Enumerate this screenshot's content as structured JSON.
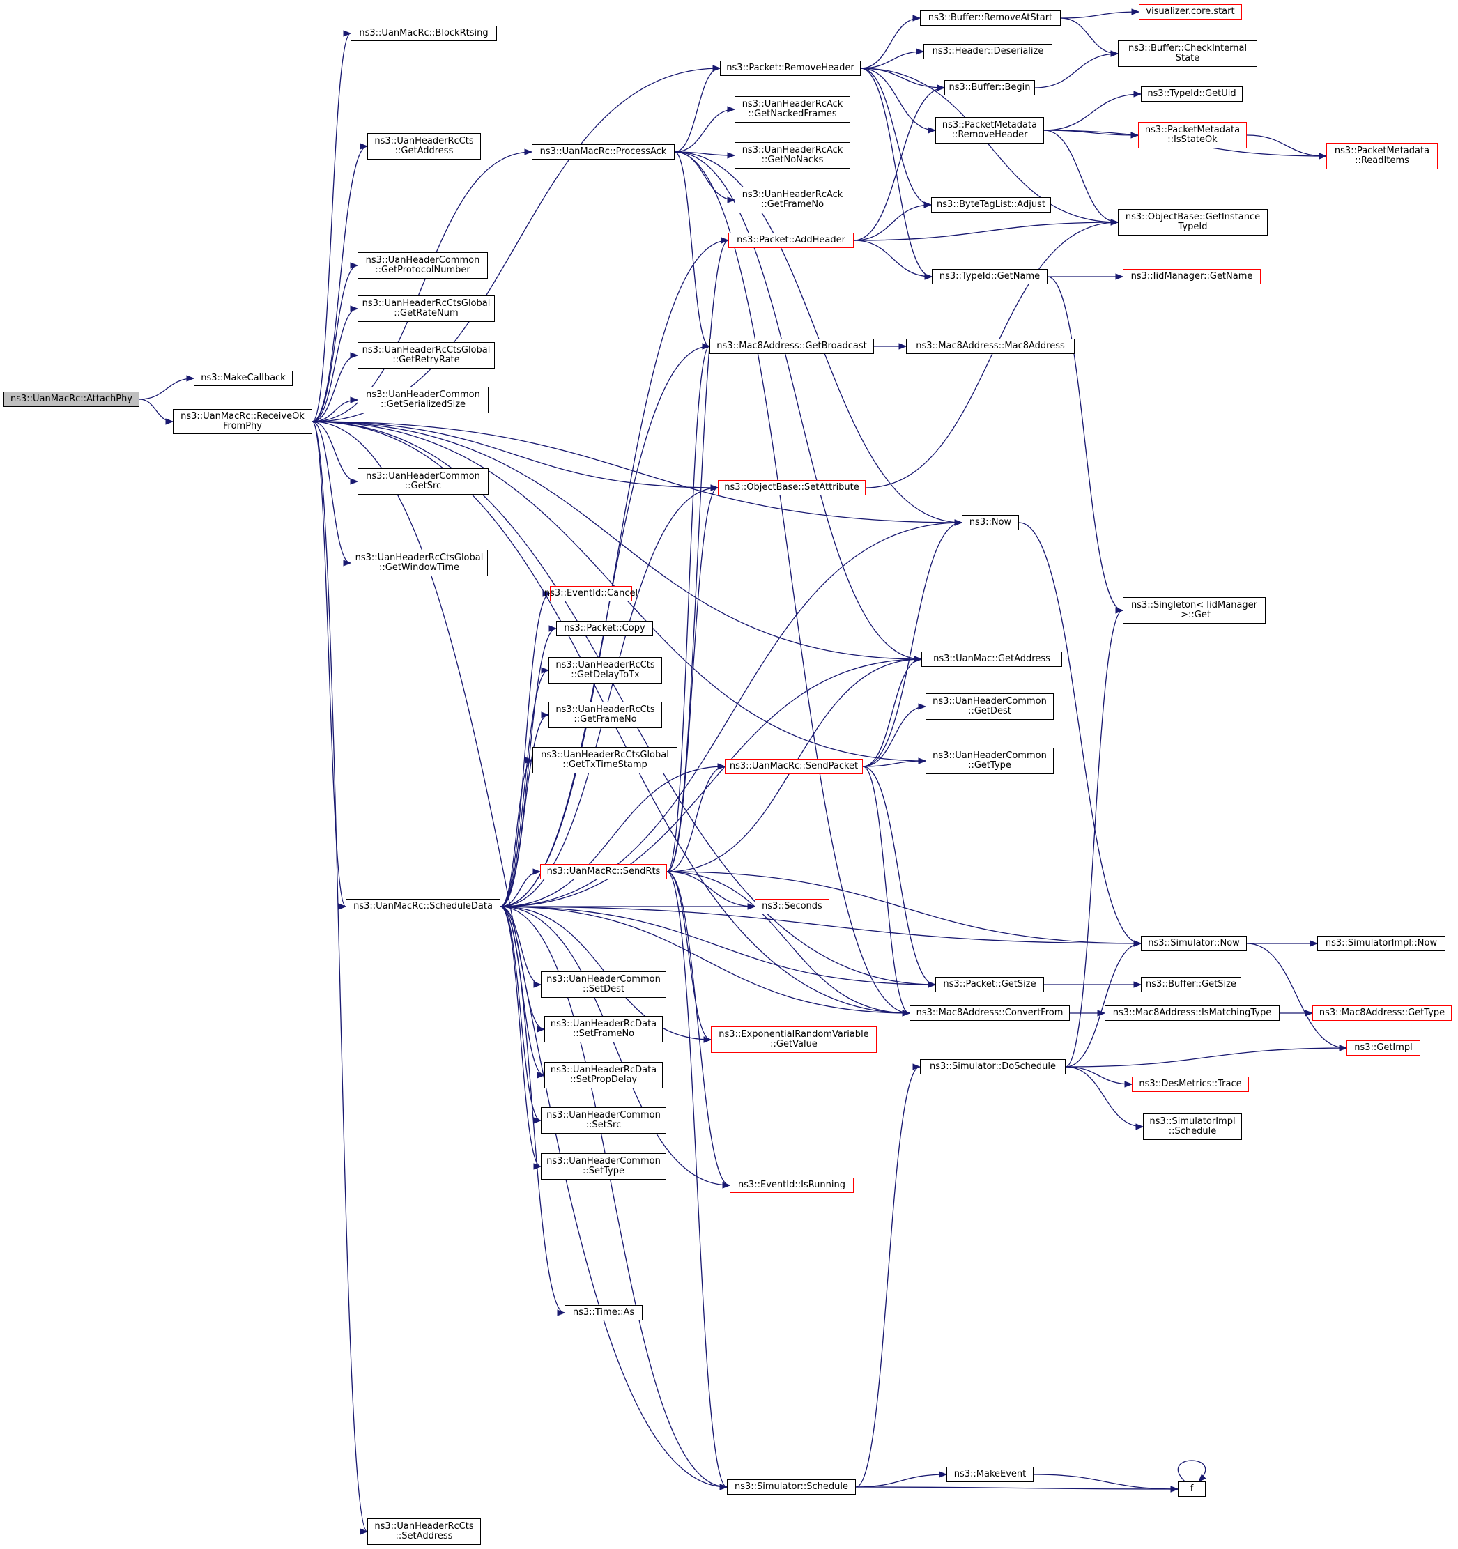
{
  "diagram": {
    "title": "",
    "nodes": [
      {
        "id": "attachphy",
        "label": "ns3::UanMacRc::AttachPhy",
        "style": "root"
      },
      {
        "id": "makecallback",
        "label": "ns3::MakeCallback",
        "style": "normal"
      },
      {
        "id": "receiveok",
        "label": "ns3::UanMacRc::ReceiveOk\nFromPhy",
        "style": "normal"
      },
      {
        "id": "blockrtsing",
        "label": "ns3::UanMacRc::BlockRtsing",
        "style": "normal"
      },
      {
        "id": "rccts_getaddress",
        "label": "ns3::UanHeaderRcCts\n::GetAddress",
        "style": "normal"
      },
      {
        "id": "common_getprotocol",
        "label": "ns3::UanHeaderCommon\n::GetProtocolNumber",
        "style": "normal"
      },
      {
        "id": "global_getratenum",
        "label": "ns3::UanHeaderRcCtsGlobal\n::GetRateNum",
        "style": "normal"
      },
      {
        "id": "global_getretryrate",
        "label": "ns3::UanHeaderRcCtsGlobal\n::GetRetryRate",
        "style": "normal"
      },
      {
        "id": "common_getserialized",
        "label": "ns3::UanHeaderCommon\n::GetSerializedSize",
        "style": "normal"
      },
      {
        "id": "common_getsrc",
        "label": "ns3::UanHeaderCommon\n::GetSrc",
        "style": "normal"
      },
      {
        "id": "global_getwindowtime",
        "label": "ns3::UanHeaderRcCtsGlobal\n::GetWindowTime",
        "style": "normal"
      },
      {
        "id": "scheduledata",
        "label": "ns3::UanMacRc::ScheduleData",
        "style": "normal"
      },
      {
        "id": "rccts_setaddress",
        "label": "ns3::UanHeaderRcCts\n::SetAddress",
        "style": "normal"
      },
      {
        "id": "processack",
        "label": "ns3::UanMacRc::ProcessAck",
        "style": "normal"
      },
      {
        "id": "removeheader",
        "label": "ns3::Packet::RemoveHeader",
        "style": "normal"
      },
      {
        "id": "ack_getnacked",
        "label": "ns3::UanHeaderRcAck\n::GetNackedFrames",
        "style": "normal"
      },
      {
        "id": "ack_getnonacks",
        "label": "ns3::UanHeaderRcAck\n::GetNoNacks",
        "style": "normal"
      },
      {
        "id": "ack_getframeno",
        "label": "ns3::UanHeaderRcAck\n::GetFrameNo",
        "style": "normal"
      },
      {
        "id": "addheader",
        "label": "ns3::Packet::AddHeader",
        "style": "red"
      },
      {
        "id": "getbroadcast",
        "label": "ns3::Mac8Address::GetBroadcast",
        "style": "normal"
      },
      {
        "id": "mac8address",
        "label": "ns3::Mac8Address::Mac8Address",
        "style": "normal"
      },
      {
        "id": "setattribute",
        "label": "ns3::ObjectBase::SetAttribute",
        "style": "red"
      },
      {
        "id": "ns3now",
        "label": "ns3::Now",
        "style": "normal"
      },
      {
        "id": "eventcancel",
        "label": "ns3::EventId::Cancel",
        "style": "red"
      },
      {
        "id": "packetcopy",
        "label": "ns3::Packet::Copy",
        "style": "normal"
      },
      {
        "id": "rccts_getdelay",
        "label": "ns3::UanHeaderRcCts\n::GetDelayToTx",
        "style": "normal"
      },
      {
        "id": "rccts_getframeno",
        "label": "ns3::UanHeaderRcCts\n::GetFrameNo",
        "style": "normal"
      },
      {
        "id": "global_gettxtime",
        "label": "ns3::UanHeaderRcCtsGlobal\n::GetTxTimeStamp",
        "style": "normal"
      },
      {
        "id": "sendpacket",
        "label": "ns3::UanMacRc::SendPacket",
        "style": "red"
      },
      {
        "id": "sendrts",
        "label": "ns3::UanMacRc::SendRts",
        "style": "red"
      },
      {
        "id": "seconds",
        "label": "ns3::Seconds",
        "style": "red"
      },
      {
        "id": "common_setdest",
        "label": "ns3::UanHeaderCommon\n::SetDest",
        "style": "normal"
      },
      {
        "id": "rcdata_setframeno",
        "label": "ns3::UanHeaderRcData\n::SetFrameNo",
        "style": "normal"
      },
      {
        "id": "rcdata_setprop",
        "label": "ns3::UanHeaderRcData\n::SetPropDelay",
        "style": "normal"
      },
      {
        "id": "common_setsrc",
        "label": "ns3::UanHeaderCommon\n::SetSrc",
        "style": "normal"
      },
      {
        "id": "common_settype",
        "label": "ns3::UanHeaderCommon\n::SetType",
        "style": "normal"
      },
      {
        "id": "expgetvalue",
        "label": "ns3::ExponentialRandomVariable\n::GetValue",
        "style": "red"
      },
      {
        "id": "eventisrunning",
        "label": "ns3::EventId::IsRunning",
        "style": "red"
      },
      {
        "id": "timeas",
        "label": "ns3::Time::As",
        "style": "normal"
      },
      {
        "id": "simschedule",
        "label": "ns3::Simulator::Schedule",
        "style": "normal"
      },
      {
        "id": "removeatstart",
        "label": "ns3::Buffer::RemoveAtStart",
        "style": "normal"
      },
      {
        "id": "vizstart",
        "label": "visualizer.core.start",
        "style": "red"
      },
      {
        "id": "headerdeserialize",
        "label": "ns3::Header::Deserialize",
        "style": "normal"
      },
      {
        "id": "checkinternal",
        "label": "ns3::Buffer::CheckInternal\nState",
        "style": "normal"
      },
      {
        "id": "bufferbegin",
        "label": "ns3::Buffer::Begin",
        "style": "normal"
      },
      {
        "id": "pm_removeheader",
        "label": "ns3::PacketMetadata\n::RemoveHeader",
        "style": "normal"
      },
      {
        "id": "typeid_getuid",
        "label": "ns3::TypeId::GetUid",
        "style": "normal"
      },
      {
        "id": "pm_isstateok",
        "label": "ns3::PacketMetadata\n::IsStateOk",
        "style": "red"
      },
      {
        "id": "pm_readitems",
        "label": "ns3::PacketMetadata\n::ReadItems",
        "style": "red"
      },
      {
        "id": "bytetagadjust",
        "label": "ns3::ByteTagList::Adjust",
        "style": "normal"
      },
      {
        "id": "getinstancetypeid",
        "label": "ns3::ObjectBase::GetInstance\nTypeId",
        "style": "normal"
      },
      {
        "id": "typeid_getname",
        "label": "ns3::TypeId::GetName",
        "style": "normal"
      },
      {
        "id": "iidmgr_getname",
        "label": "ns3::IidManager::GetName",
        "style": "red"
      },
      {
        "id": "singletonget",
        "label": "ns3::Singleton< IidManager\n >::Get",
        "style": "normal"
      },
      {
        "id": "uanmac_getaddress",
        "label": "ns3::UanMac::GetAddress",
        "style": "normal"
      },
      {
        "id": "common_getdest",
        "label": "ns3::UanHeaderCommon\n::GetDest",
        "style": "normal"
      },
      {
        "id": "common_gettype",
        "label": "ns3::UanHeaderCommon\n::GetType",
        "style": "normal"
      },
      {
        "id": "simnow",
        "label": "ns3::Simulator::Now",
        "style": "normal"
      },
      {
        "id": "simimplnow",
        "label": "ns3::SimulatorImpl::Now",
        "style": "normal"
      },
      {
        "id": "packetgetsize",
        "label": "ns3::Packet::GetSize",
        "style": "normal"
      },
      {
        "id": "buffergetsize",
        "label": "ns3::Buffer::GetSize",
        "style": "normal"
      },
      {
        "id": "convertfrom",
        "label": "ns3::Mac8Address::ConvertFrom",
        "style": "normal"
      },
      {
        "id": "ismatchingtype",
        "label": "ns3::Mac8Address::IsMatchingType",
        "style": "normal"
      },
      {
        "id": "mac8gettype",
        "label": "ns3::Mac8Address::GetType",
        "style": "red"
      },
      {
        "id": "getimpl",
        "label": "ns3::GetImpl",
        "style": "red"
      },
      {
        "id": "doschedule",
        "label": "ns3::Simulator::DoSchedule",
        "style": "normal"
      },
      {
        "id": "desmetrics",
        "label": "ns3::DesMetrics::Trace",
        "style": "red"
      },
      {
        "id": "simimplschedule",
        "label": "ns3::SimulatorImpl\n::Schedule",
        "style": "normal"
      },
      {
        "id": "makeevent",
        "label": "ns3::MakeEvent",
        "style": "normal"
      },
      {
        "id": "f",
        "label": "f",
        "style": "normal"
      }
    ],
    "edges": [
      [
        "attachphy",
        "makecallback"
      ],
      [
        "attachphy",
        "receiveok"
      ],
      [
        "receiveok",
        "blockrtsing"
      ],
      [
        "receiveok",
        "rccts_getaddress"
      ],
      [
        "receiveok",
        "common_getprotocol"
      ],
      [
        "receiveok",
        "global_getratenum"
      ],
      [
        "receiveok",
        "global_getretryrate"
      ],
      [
        "receiveok",
        "common_getserialized"
      ],
      [
        "receiveok",
        "common_getsrc"
      ],
      [
        "receiveok",
        "global_getwindowtime"
      ],
      [
        "receiveok",
        "scheduledata"
      ],
      [
        "receiveok",
        "rccts_setaddress"
      ],
      [
        "receiveok",
        "processack"
      ],
      [
        "receiveok",
        "removeheader"
      ],
      [
        "receiveok",
        "setattribute"
      ],
      [
        "receiveok",
        "ns3now"
      ],
      [
        "receiveok",
        "uanmac_getaddress"
      ],
      [
        "receiveok",
        "common_gettype"
      ],
      [
        "receiveok",
        "convertfrom"
      ],
      [
        "receiveok",
        "packetgetsize"
      ],
      [
        "receiveok",
        "simschedule"
      ],
      [
        "processack",
        "removeheader"
      ],
      [
        "processack",
        "ack_getnacked"
      ],
      [
        "processack",
        "ack_getnonacks"
      ],
      [
        "processack",
        "ack_getframeno"
      ],
      [
        "processack",
        "getbroadcast"
      ],
      [
        "processack",
        "ns3now"
      ],
      [
        "processack",
        "uanmac_getaddress"
      ],
      [
        "processack",
        "convertfrom"
      ],
      [
        "removeheader",
        "removeatstart"
      ],
      [
        "removeheader",
        "headerdeserialize"
      ],
      [
        "removeheader",
        "bufferbegin"
      ],
      [
        "removeheader",
        "pm_removeheader"
      ],
      [
        "removeheader",
        "bytetagadjust"
      ],
      [
        "removeheader",
        "getinstancetypeid"
      ],
      [
        "removeheader",
        "typeid_getname"
      ],
      [
        "removeatstart",
        "vizstart"
      ],
      [
        "removeatstart",
        "checkinternal"
      ],
      [
        "bufferbegin",
        "checkinternal"
      ],
      [
        "pm_removeheader",
        "typeid_getuid"
      ],
      [
        "pm_removeheader",
        "pm_isstateok"
      ],
      [
        "pm_removeheader",
        "pm_readitems"
      ],
      [
        "pm_removeheader",
        "getinstancetypeid"
      ],
      [
        "pm_isstateok",
        "pm_readitems"
      ],
      [
        "addheader",
        "bufferbegin"
      ],
      [
        "addheader",
        "bytetagadjust"
      ],
      [
        "addheader",
        "getinstancetypeid"
      ],
      [
        "addheader",
        "typeid_getname"
      ],
      [
        "typeid_getname",
        "iidmgr_getname"
      ],
      [
        "typeid_getname",
        "singletonget"
      ],
      [
        "getbroadcast",
        "mac8address"
      ],
      [
        "setattribute",
        "getinstancetypeid"
      ],
      [
        "ns3now",
        "simnow"
      ],
      [
        "scheduledata",
        "addheader"
      ],
      [
        "scheduledata",
        "setattribute"
      ],
      [
        "scheduledata",
        "ns3now"
      ],
      [
        "scheduledata",
        "eventcancel"
      ],
      [
        "scheduledata",
        "packetcopy"
      ],
      [
        "scheduledata",
        "rccts_getdelay"
      ],
      [
        "scheduledata",
        "rccts_getframeno"
      ],
      [
        "scheduledata",
        "global_gettxtime"
      ],
      [
        "scheduledata",
        "sendpacket"
      ],
      [
        "scheduledata",
        "sendrts"
      ],
      [
        "scheduledata",
        "seconds"
      ],
      [
        "scheduledata",
        "simnow"
      ],
      [
        "scheduledata",
        "common_setdest"
      ],
      [
        "scheduledata",
        "rcdata_setframeno"
      ],
      [
        "scheduledata",
        "rcdata_setprop"
      ],
      [
        "scheduledata",
        "common_setsrc"
      ],
      [
        "scheduledata",
        "common_settype"
      ],
      [
        "scheduledata",
        "expgetvalue"
      ],
      [
        "scheduledata",
        "eventisrunning"
      ],
      [
        "scheduledata",
        "timeas"
      ],
      [
        "scheduledata",
        "simschedule"
      ],
      [
        "scheduledata",
        "packetgetsize"
      ],
      [
        "scheduledata",
        "convertfrom"
      ],
      [
        "scheduledata",
        "uanmac_getaddress"
      ],
      [
        "scheduledata",
        "getbroadcast"
      ],
      [
        "sendpacket",
        "ns3now"
      ],
      [
        "sendpacket",
        "uanmac_getaddress"
      ],
      [
        "sendpacket",
        "common_getdest"
      ],
      [
        "sendpacket",
        "common_gettype"
      ],
      [
        "sendpacket",
        "packetgetsize"
      ],
      [
        "sendpacket",
        "convertfrom"
      ],
      [
        "sendrts",
        "addheader"
      ],
      [
        "sendrts",
        "getbroadcast"
      ],
      [
        "sendrts",
        "setattribute"
      ],
      [
        "sendrts",
        "uanmac_getaddress"
      ],
      [
        "sendrts",
        "sendpacket"
      ],
      [
        "sendrts",
        "seconds"
      ],
      [
        "sendrts",
        "simnow"
      ],
      [
        "sendrts",
        "expgetvalue"
      ],
      [
        "sendrts",
        "eventisrunning"
      ],
      [
        "sendrts",
        "simschedule"
      ],
      [
        "sendrts",
        "convertfrom"
      ],
      [
        "simnow",
        "simimplnow"
      ],
      [
        "simnow",
        "getimpl"
      ],
      [
        "packetgetsize",
        "buffergetsize"
      ],
      [
        "convertfrom",
        "ismatchingtype"
      ],
      [
        "ismatchingtype",
        "mac8gettype"
      ],
      [
        "doschedule",
        "simnow"
      ],
      [
        "doschedule",
        "getimpl"
      ],
      [
        "doschedule",
        "desmetrics"
      ],
      [
        "doschedule",
        "simimplschedule"
      ],
      [
        "doschedule",
        "singletonget"
      ],
      [
        "simschedule",
        "doschedule"
      ],
      [
        "simschedule",
        "makeevent"
      ],
      [
        "simschedule",
        "f"
      ],
      [
        "makeevent",
        "f"
      ],
      [
        "f",
        "f"
      ]
    ],
    "colors": {
      "edge": "#191970",
      "node_border": "#000000",
      "highlight_border": "#ff0000",
      "root_fill": "#bfbfbf"
    }
  }
}
